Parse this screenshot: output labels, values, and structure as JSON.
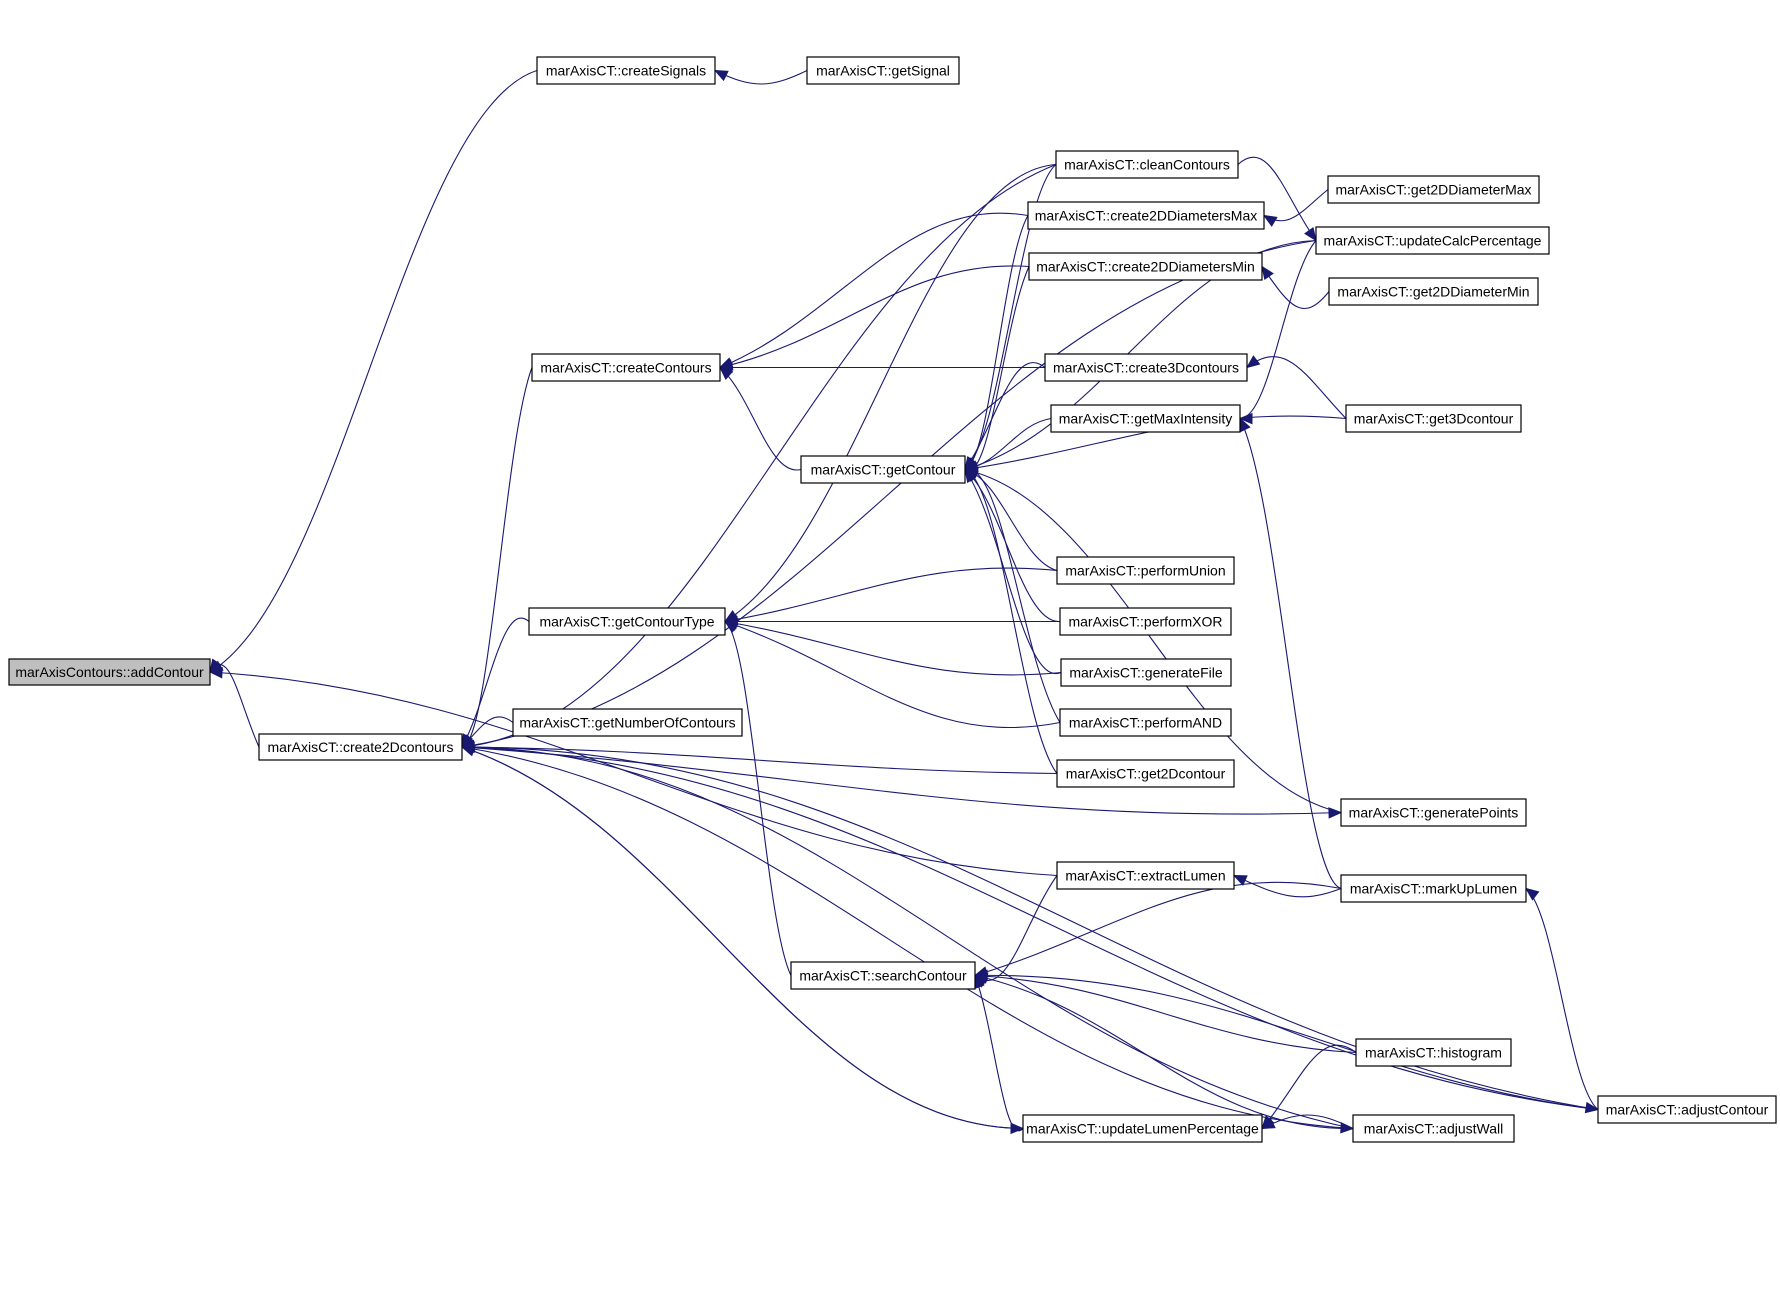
{
  "graph": {
    "nodes": [
      {
        "id": "n_addContour",
        "label": "marAxisContours::addContour",
        "focus": true
      },
      {
        "id": "n_create2Dcontours",
        "label": "marAxisCT::create2Dcontours"
      },
      {
        "id": "n_createSignals",
        "label": "marAxisCT::createSignals"
      },
      {
        "id": "n_getSignal",
        "label": "marAxisCT::getSignal"
      },
      {
        "id": "n_createContours",
        "label": "marAxisCT::createContours"
      },
      {
        "id": "n_getContourType",
        "label": "marAxisCT::getContourType"
      },
      {
        "id": "n_getNumberOfContours",
        "label": "marAxisCT::getNumberOfContours"
      },
      {
        "id": "n_cleanContours",
        "label": "marAxisCT::cleanContours"
      },
      {
        "id": "n_create2DDiametersMax",
        "label": "marAxisCT::create2DDiametersMax"
      },
      {
        "id": "n_create2DDiametersMin",
        "label": "marAxisCT::create2DDiametersMin"
      },
      {
        "id": "n_create3Dcontours",
        "label": "marAxisCT::create3Dcontours"
      },
      {
        "id": "n_getMaxIntensity",
        "label": "marAxisCT::getMaxIntensity"
      },
      {
        "id": "n_getContour",
        "label": "marAxisCT::getContour"
      },
      {
        "id": "n_performUnion",
        "label": "marAxisCT::performUnion"
      },
      {
        "id": "n_performXOR",
        "label": "marAxisCT::performXOR"
      },
      {
        "id": "n_generateFile",
        "label": "marAxisCT::generateFile"
      },
      {
        "id": "n_performAND",
        "label": "marAxisCT::performAND"
      },
      {
        "id": "n_get2Dcontour",
        "label": "marAxisCT::get2Dcontour"
      },
      {
        "id": "n_get2DDiameterMax",
        "label": "marAxisCT::get2DDiameterMax"
      },
      {
        "id": "n_updateCalcPercentage",
        "label": "marAxisCT::updateCalcPercentage"
      },
      {
        "id": "n_get2DDiameterMin",
        "label": "marAxisCT::get2DDiameterMin"
      },
      {
        "id": "n_get3Dcontour",
        "label": "marAxisCT::get3Dcontour"
      },
      {
        "id": "n_generatePoints",
        "label": "marAxisCT::generatePoints"
      },
      {
        "id": "n_extractLumen",
        "label": "marAxisCT::extractLumen"
      },
      {
        "id": "n_markUpLumen",
        "label": "marAxisCT::markUpLumen"
      },
      {
        "id": "n_searchContour",
        "label": "marAxisCT::searchContour"
      },
      {
        "id": "n_histogram",
        "label": "marAxisCT::histogram"
      },
      {
        "id": "n_updateLumenPercentage",
        "label": "marAxisCT::updateLumenPercentage"
      },
      {
        "id": "n_adjustWall",
        "label": "marAxisCT::adjustWall"
      },
      {
        "id": "n_adjustContour",
        "label": "marAxisCT::adjustContour"
      }
    ],
    "edges": [
      {
        "from": "n_create2Dcontours",
        "to": "n_addContour"
      },
      {
        "from": "n_createSignals",
        "to": "n_addContour"
      },
      {
        "from": "n_extractLumen",
        "to": "n_addContour"
      },
      {
        "from": "n_getSignal",
        "to": "n_createSignals"
      },
      {
        "from": "n_cleanContours",
        "to": "n_create2Dcontours"
      },
      {
        "from": "n_create2DDiametersMax",
        "to": "n_createContours"
      },
      {
        "from": "n_create2DDiametersMin",
        "to": "n_createContours"
      },
      {
        "from": "n_create3Dcontours",
        "to": "n_createContours"
      },
      {
        "from": "n_getContour",
        "to": "n_createContours"
      },
      {
        "from": "n_createContours",
        "to": "n_create2Dcontours"
      },
      {
        "from": "n_getContourType",
        "to": "n_create2Dcontours"
      },
      {
        "from": "n_getNumberOfContours",
        "to": "n_create2Dcontours"
      },
      {
        "from": "n_get2Dcontour",
        "to": "n_create2Dcontours"
      },
      {
        "from": "n_create2Dcontours",
        "to": "n_generatePoints"
      },
      {
        "from": "n_updateLumenPercentage",
        "to": "n_create2Dcontours"
      },
      {
        "from": "n_adjustWall",
        "to": "n_create2Dcontours"
      },
      {
        "from": "n_adjustContour",
        "to": "n_create2Dcontours"
      },
      {
        "from": "n_updateCalcPercentage",
        "to": "n_create2Dcontours"
      },
      {
        "from": "n_get2DDiameterMax",
        "to": "n_create2DDiametersMax"
      },
      {
        "from": "n_get2DDiameterMin",
        "to": "n_create2DDiametersMin"
      },
      {
        "from": "n_get3Dcontour",
        "to": "n_create3Dcontours"
      },
      {
        "from": "n_get3Dcontour",
        "to": "n_getContour"
      },
      {
        "from": "n_getMaxIntensity",
        "to": "n_getContour"
      },
      {
        "from": "n_updateCalcPercentage",
        "to": "n_getMaxIntensity"
      },
      {
        "from": "n_markUpLumen",
        "to": "n_getMaxIntensity"
      },
      {
        "from": "n_cleanContours",
        "to": "n_updateCalcPercentage"
      },
      {
        "from": "n_performUnion",
        "to": "n_getContourType"
      },
      {
        "from": "n_performXOR",
        "to": "n_getContourType"
      },
      {
        "from": "n_generateFile",
        "to": "n_getContourType"
      },
      {
        "from": "n_performAND",
        "to": "n_getContourType"
      },
      {
        "from": "n_cleanContours",
        "to": "n_getContourType"
      },
      {
        "from": "n_searchContour",
        "to": "n_getContourType"
      },
      {
        "from": "n_performUnion",
        "to": "n_getContour"
      },
      {
        "from": "n_performXOR",
        "to": "n_getContour"
      },
      {
        "from": "n_generateFile",
        "to": "n_getContour"
      },
      {
        "from": "n_performAND",
        "to": "n_getContour"
      },
      {
        "from": "n_get2Dcontour",
        "to": "n_getContour"
      },
      {
        "from": "n_cleanContours",
        "to": "n_getContour"
      },
      {
        "from": "n_create2DDiametersMax",
        "to": "n_getContour"
      },
      {
        "from": "n_create2DDiametersMin",
        "to": "n_getContour"
      },
      {
        "from": "n_create3Dcontours",
        "to": "n_getContour"
      },
      {
        "from": "n_updateCalcPercentage",
        "to": "n_getContour"
      },
      {
        "from": "n_generatePoints",
        "to": "n_getContour"
      },
      {
        "from": "n_markUpLumen",
        "to": "n_extractLumen"
      },
      {
        "from": "n_extractLumen",
        "to": "n_searchContour"
      },
      {
        "from": "n_markUpLumen",
        "to": "n_searchContour"
      },
      {
        "from": "n_adjustContour",
        "to": "n_searchContour"
      },
      {
        "from": "n_histogram",
        "to": "n_searchContour"
      },
      {
        "from": "n_adjustWall",
        "to": "n_searchContour"
      },
      {
        "from": "n_updateLumenPercentage",
        "to": "n_searchContour"
      },
      {
        "from": "n_histogram",
        "to": "n_updateLumenPercentage"
      },
      {
        "from": "n_adjustWall",
        "to": "n_updateLumenPercentage"
      },
      {
        "from": "n_adjustContour",
        "to": "n_markUpLumen"
      },
      {
        "from": "n_create2Dcontours",
        "to": "n_adjustWall"
      },
      {
        "from": "n_create2Dcontours",
        "to": "n_updateLumenPercentage"
      },
      {
        "from": "n_create2Dcontours",
        "to": "n_adjustContour"
      }
    ]
  }
}
